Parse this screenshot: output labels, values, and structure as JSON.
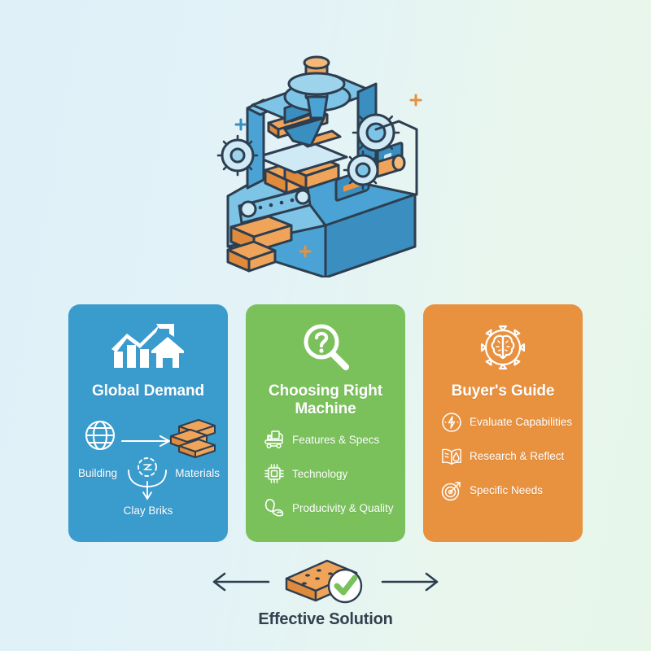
{
  "theme": {
    "bg_gradient_from": "#dff0f9",
    "bg_gradient_to": "#e7f6e9",
    "blue": "#3a9bcd",
    "green": "#7ac15c",
    "orange": "#e8913f",
    "ink": "#2d3e50",
    "white": "#ffffff"
  },
  "hero": {
    "icon": "brick-making-machine-isometric-illustration",
    "body_color": "#3a9bcd",
    "accent_color": "#e8913f",
    "outline_color": "#2d3e50"
  },
  "cards": [
    {
      "id": "global-demand",
      "color": "#3a9bcd",
      "hero_icon": "growth-chart-house-icon",
      "title": "Global Demand",
      "diagram": {
        "globe_icon": "globe-icon",
        "arrow_icon": "right-arrow-icon",
        "bricks_icon": "brick-stack-icon",
        "loop_icon": "recycle-loop-icon",
        "label_left": "Building",
        "label_right": "Materials",
        "label_bottom": "Clay Briks"
      }
    },
    {
      "id": "choosing-right-machine",
      "color": "#7ac15c",
      "hero_icon": "magnifier-question-icon",
      "title": "Choosing Right Machine",
      "bullets": [
        {
          "icon": "conveyor-machine-icon",
          "label": "Features & Specs"
        },
        {
          "icon": "microchip-icon",
          "label": "Technology"
        },
        {
          "icon": "flexed-arm-icon",
          "label": "Producivity & Quality"
        }
      ]
    },
    {
      "id": "buyers-guide",
      "color": "#e8913f",
      "hero_icon": "gear-brain-icon",
      "title": "Buyer's Guide",
      "bullets": [
        {
          "icon": "compass-bolt-icon",
          "label": "Evaluate Capabilities"
        },
        {
          "icon": "open-book-icon",
          "label": "Research & Reflect"
        },
        {
          "icon": "target-arrow-icon",
          "label": "Specific Needs"
        }
      ]
    }
  ],
  "footer": {
    "left_arrow_icon": "left-arrow-icon",
    "right_arrow_icon": "right-arrow-icon",
    "center_icon": "brick-check-icon",
    "caption": "Effective Solution"
  }
}
